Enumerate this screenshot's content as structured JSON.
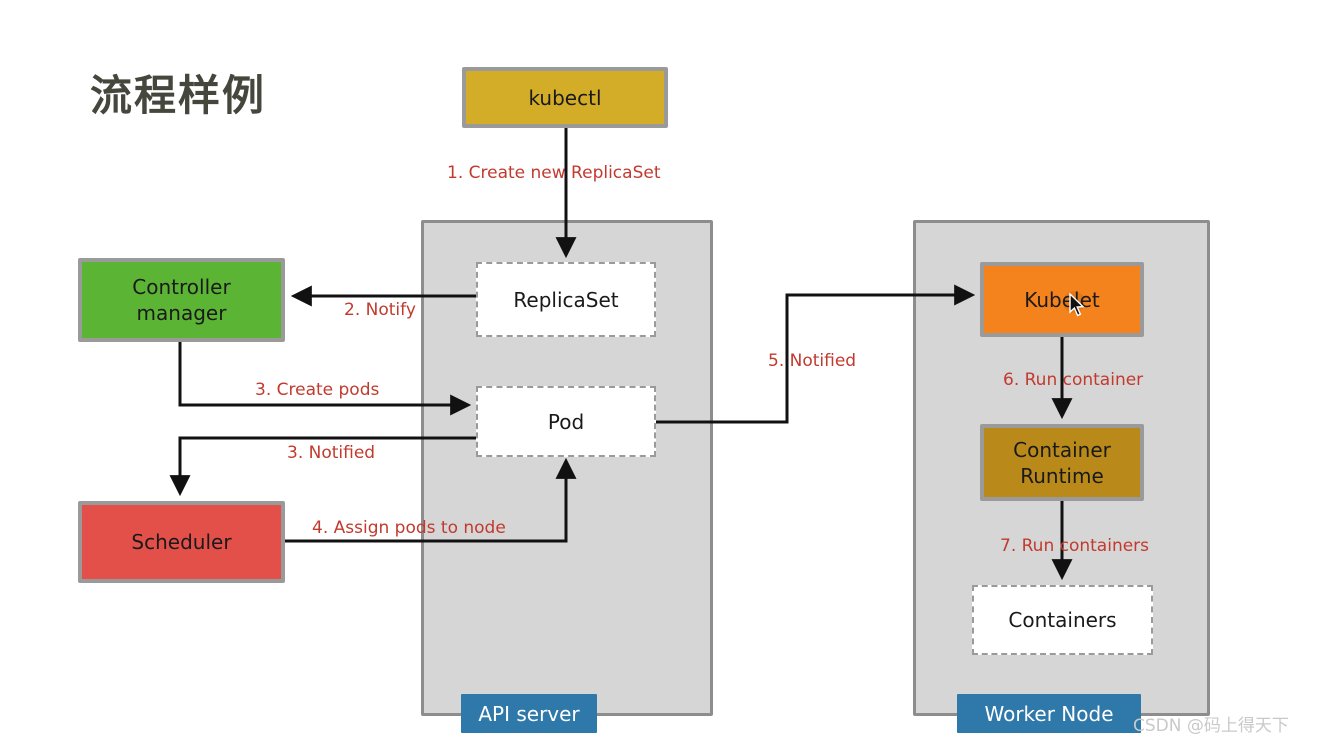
{
  "title": "流程样例",
  "watermark": "CSDN @码上得天下",
  "groups": {
    "api_server": {
      "label": "API server"
    },
    "worker_node": {
      "label": "Worker Node"
    }
  },
  "nodes": {
    "kubectl": "kubectl",
    "controller_manager": "Controller manager",
    "scheduler": "Scheduler",
    "replicaset": "ReplicaSet",
    "pod": "Pod",
    "kubelet": "Kubelet",
    "container_runtime": "Container Runtime",
    "containers": "Containers"
  },
  "edge_labels": {
    "e1": "1. Create new ReplicaSet",
    "e2": "2. Notify",
    "e3a": "3. Create pods",
    "e3b": "3. Notified",
    "e4": "4. Assign pods to node",
    "e5": "5. Notified",
    "e6": "6. Run container",
    "e7": "7. Run containers"
  },
  "colors": {
    "kubectl_fill": "#d3ad28",
    "controller_manager_fill": "#5cb434",
    "scheduler_fill": "#e25049",
    "kubelet_fill": "#f5831d",
    "container_runtime_fill": "#b98a1a",
    "group_fill": "#d6d6d6",
    "group_border": "#8d8d8d",
    "group_label_fill": "#2e78aa",
    "edge_label_text": "#c23a2e",
    "arrow": "#111111",
    "title_text": "#45463c",
    "watermark_text": "#c9c9c9"
  }
}
